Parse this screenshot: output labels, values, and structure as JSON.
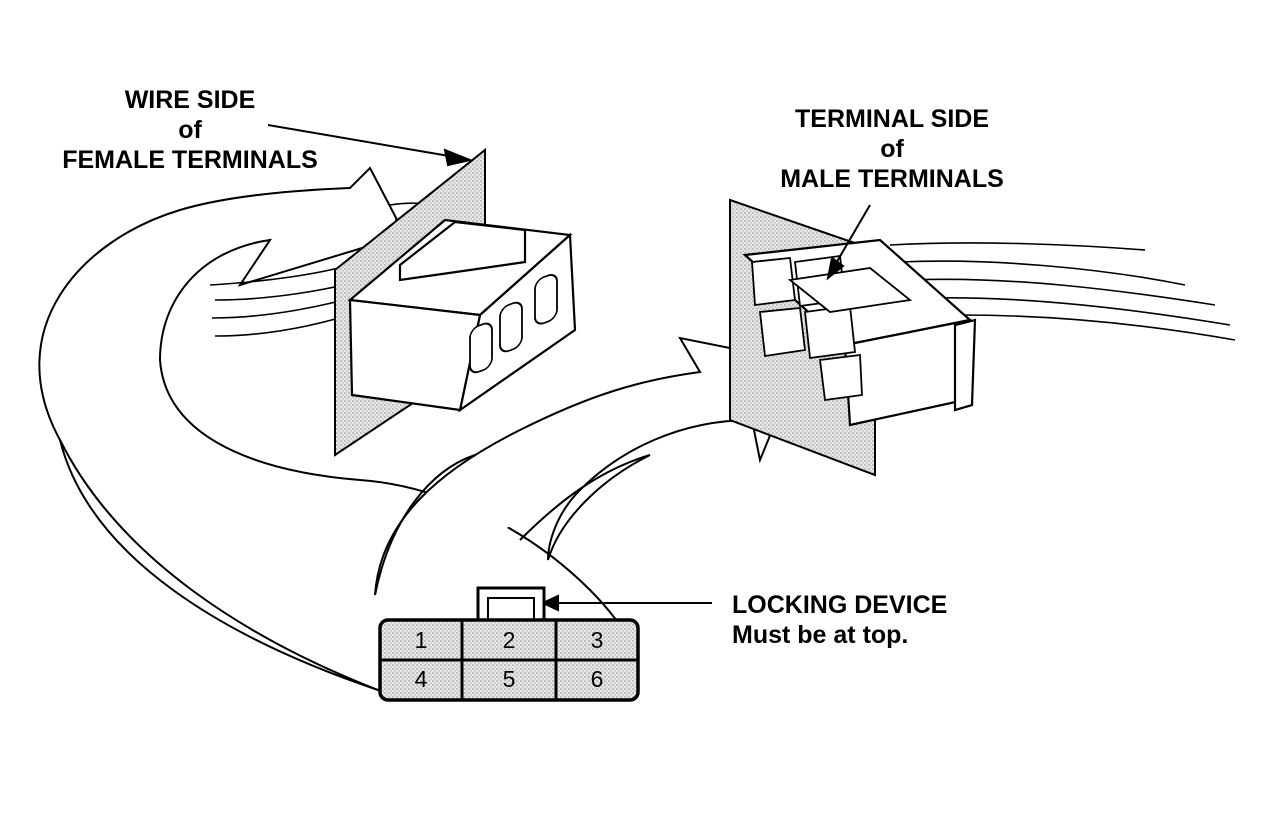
{
  "labels": {
    "wire_side_line1": "WIRE SIDE",
    "wire_side_line2": "of",
    "wire_side_line3": "FEMALE TERMINALS",
    "terminal_side_line1": "TERMINAL SIDE",
    "terminal_side_line2": "of",
    "terminal_side_line3": "MALE TERMINALS",
    "locking_line1": "LOCKING DEVICE",
    "locking_line2": "Must be at top."
  },
  "pin_grid": {
    "pins": [
      "1",
      "2",
      "3",
      "4",
      "5",
      "6"
    ]
  },
  "colors": {
    "ink": "#000000",
    "paper": "#ffffff",
    "stipple": "#d9d9d9"
  }
}
